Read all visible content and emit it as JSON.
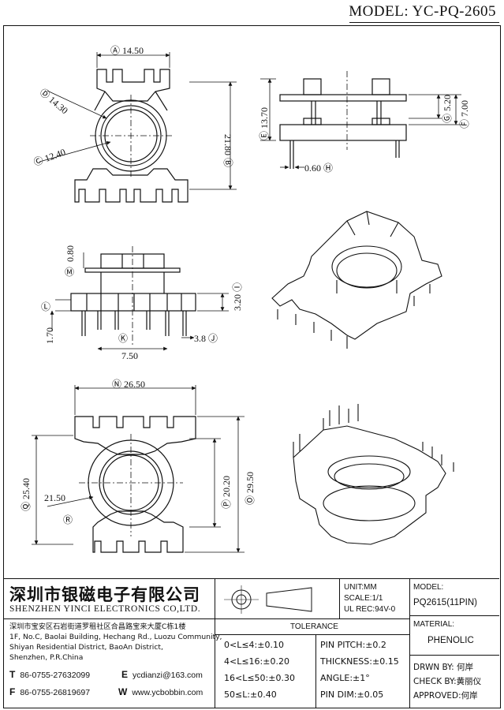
{
  "title": "MODEL: YC-PQ-2605",
  "dimensions": {
    "A": "14.50",
    "B": "21.80",
    "C": "12.40",
    "D": "14.30",
    "E": "13.70",
    "F": "7.00",
    "G": "5.20",
    "H": "0.60",
    "I": "3.20",
    "J": "3.8",
    "K": "7.50",
    "L": "1.70",
    "M": "0.80",
    "N": "26.50",
    "O": "29.50",
    "P": "20.20",
    "Q": "25.40",
    "R": "21.50"
  },
  "title_block": {
    "company_cn": "深圳市银磁电子有限公司",
    "company_en": "SHENZHEN YINCI ELECTRONICS CO,LTD.",
    "address_lines": [
      "深圳市宝安区石岩街道罗租社区合昌路宝来大厦C栋1楼",
      "1F, No.C, Baolai Building, Hechang Rd., Luozu Community,",
      "Shiyan Residential District, BaoAn District,",
      "Shenzhen, P.R.China"
    ],
    "tel": {
      "letter": "T",
      "value": "86-0755-27632099"
    },
    "fax": {
      "letter": "F",
      "value": "86-0755-26819697"
    },
    "email": {
      "letter": "E",
      "value": "ycdianzi@163.com"
    },
    "web": {
      "letter": "W",
      "value": "www.ycbobbin.com"
    },
    "unit": "UNIT:MM",
    "scale": "SCALE:1/1",
    "ul_rec": "UL REC:94V-0",
    "model_label": "MODEL:",
    "model_value": "PQ2615(11PIN)",
    "tolerance_label": "TOLERANCE",
    "tolerances": [
      "0<L≤4:±0.10",
      "4<L≤16:±0.20",
      "16<L≤50:±0.30",
      "50≤L:±0.40"
    ],
    "pin_specs": [
      "PIN PITCH:±0.2",
      "THICKNESS:±0.15",
      "ANGLE:±1°",
      "PIN DIM:±0.05"
    ],
    "material_label": "MATERIAL:",
    "material_value": "PHENOLIC",
    "drawn_by": "DRWN BY: 何岸",
    "check_by": "CHECK BY:黄丽仪",
    "approved": "APPROVED:何岸"
  }
}
